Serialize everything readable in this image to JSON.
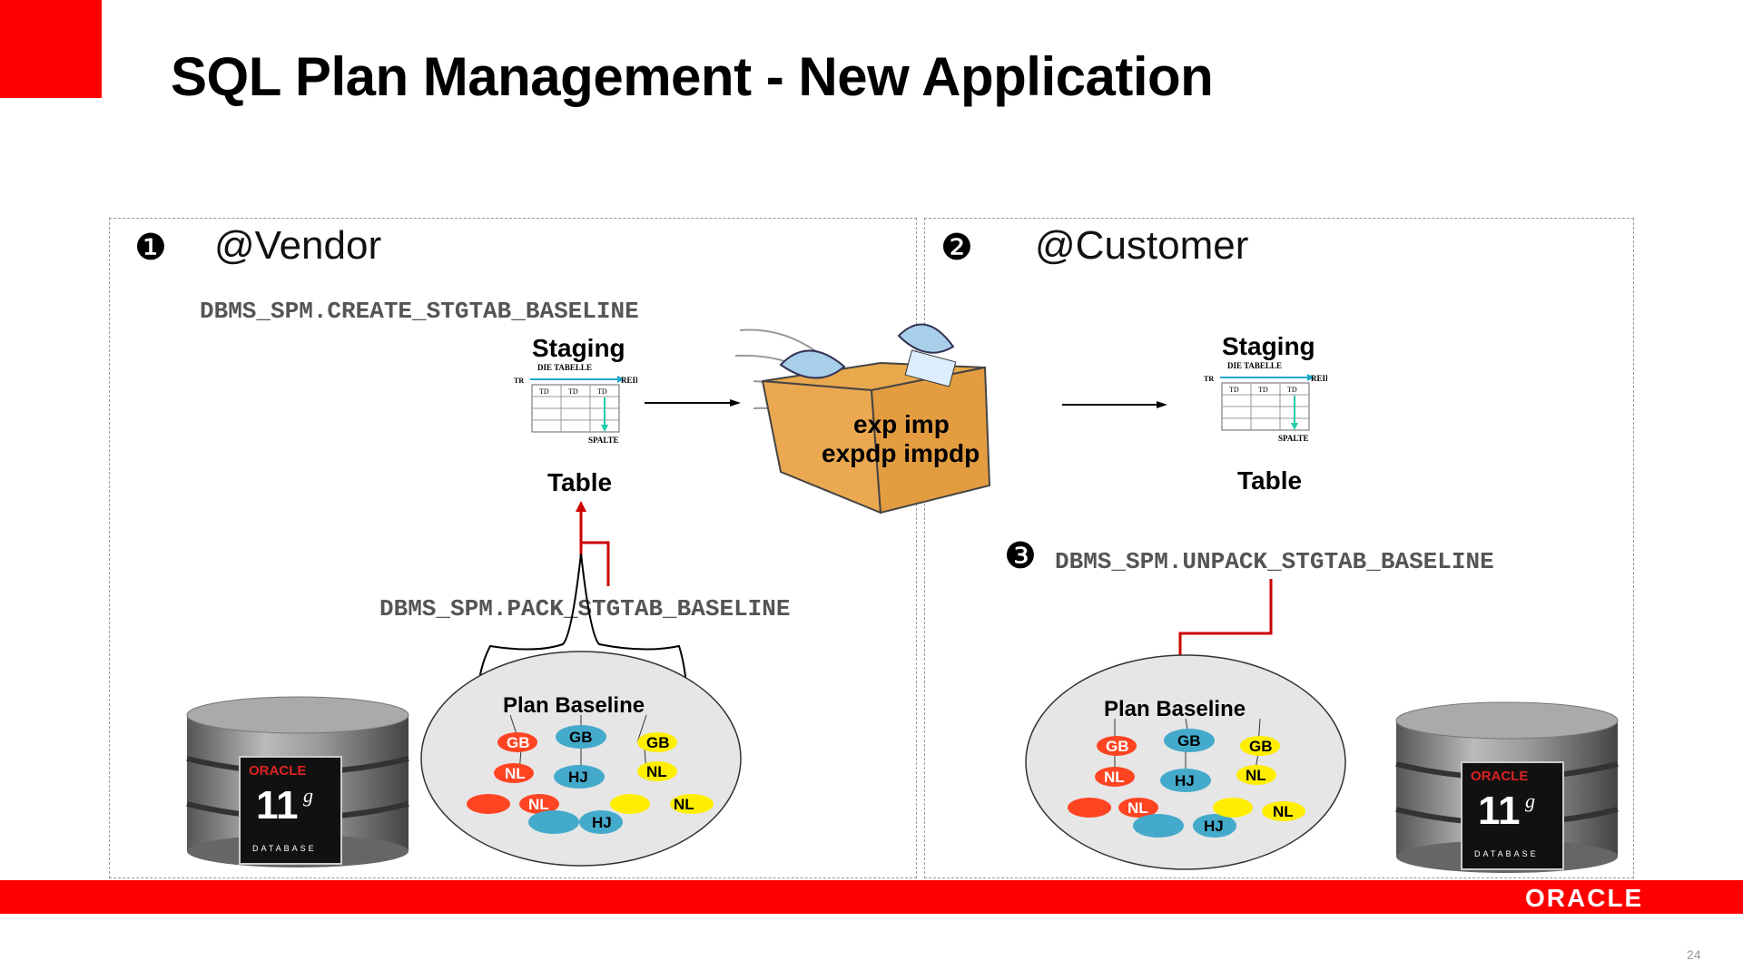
{
  "slide": {
    "title": "SQL Plan Management - New Application",
    "page_number": "24",
    "brand_logo": "ORACLE",
    "accent_color": "#ff0000"
  },
  "vendor": {
    "step": "❶",
    "heading": "@Vendor",
    "create_call": "DBMS_SPM.CREATE_STGTAB_BASELINE",
    "pack_call": "DBMS_SPM.PACK_STGTAB_BASELINE",
    "staging_title": "Staging",
    "table_label": "Table",
    "plan_baseline": "Plan Baseline"
  },
  "customer": {
    "step": "❷",
    "heading": "@Customer",
    "unpack_step": "❸",
    "unpack_call": "DBMS_SPM.UNPACK_STGTAB_BASELINE",
    "staging_title": "Staging",
    "table_label": "Table",
    "plan_baseline": "Plan Baseline"
  },
  "transfer": {
    "line1": "exp  imp",
    "line2": "expdp  impdp"
  },
  "staging_icon": {
    "die_tabelle": "DIE TABELLE",
    "reihe": "REIHE",
    "spalte": "SPALTE",
    "tr": "TR",
    "td": "TD"
  },
  "plan_nodes": {
    "gb": "GB",
    "nl": "NL",
    "hj": "HJ"
  },
  "db_badge": {
    "brand": "ORACLE",
    "version": "11",
    "sup": "g",
    "caption": "DATABASE"
  },
  "node_colors": {
    "red": "#ff4422",
    "teal": "#44aacc",
    "yellow": "#ffee00"
  }
}
